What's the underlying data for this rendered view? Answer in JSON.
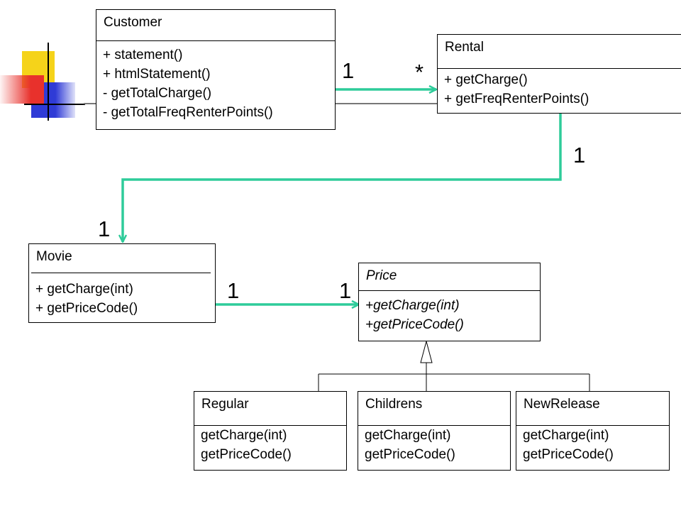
{
  "classes": {
    "customer": {
      "name": "Customer",
      "operations": [
        "+ statement()",
        "+ htmlStatement()",
        "- getTotalCharge()",
        "- getTotalFreqRenterPoints()"
      ]
    },
    "rental": {
      "name": "Rental",
      "operations": [
        "+ getCharge()",
        "+ getFreqRenterPoints()"
      ]
    },
    "movie": {
      "name": "Movie",
      "operations": [
        "+ getCharge(int)",
        "+ getPriceCode()"
      ]
    },
    "price": {
      "name": "Price",
      "operations": [
        "+getCharge(int)",
        "+getPriceCode()"
      ],
      "abstract": true
    },
    "regular": {
      "name": "Regular",
      "operations": [
        "getCharge(int)",
        "getPriceCode()"
      ]
    },
    "childrens": {
      "name": "Childrens",
      "operations": [
        "getCharge(int)",
        "getPriceCode()"
      ]
    },
    "newrelease": {
      "name": "NewRelease",
      "operations": [
        "getCharge(int)",
        "getPriceCode()"
      ]
    }
  },
  "multiplicities": {
    "customer_rental_source": "1",
    "customer_rental_target": "*",
    "rental_movie_source": "1",
    "rental_movie_target": "1",
    "movie_price_source": "1",
    "movie_price_target": "1"
  },
  "colors": {
    "association": "#2ecc9a",
    "deco_yellow": "#f5d31a",
    "deco_red": "#e8312c",
    "deco_blue": "#2f3bd6"
  }
}
